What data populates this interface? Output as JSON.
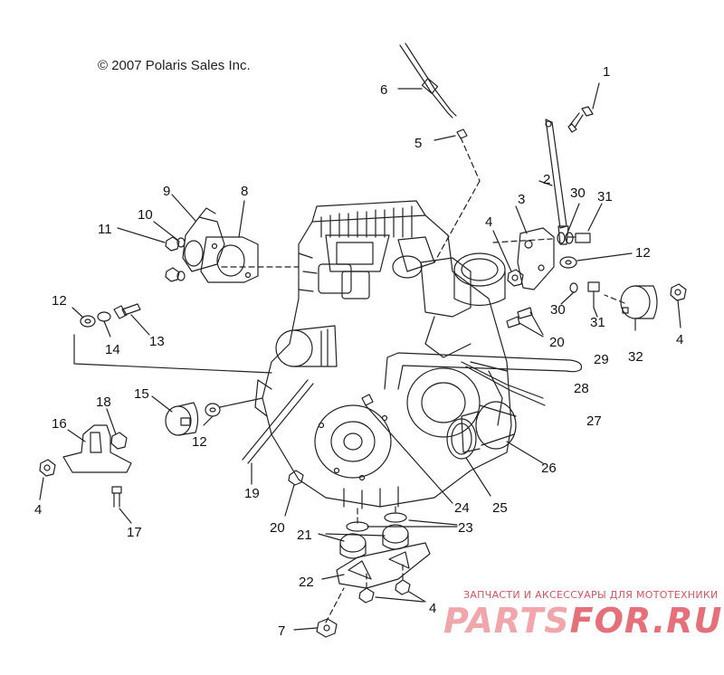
{
  "copyright": "© 2007 Polaris Sales Inc.",
  "watermark": {
    "tagline": "ЗАПЧАСТИ И АКСЕССУАРЫ ДЛЯ МОТОТЕХНИКИ",
    "brand_part1": "PARTS",
    "brand_part2": "FOR.RU",
    "color": "#e5707a"
  },
  "callouts": [
    "1",
    "2",
    "3",
    "4",
    "4",
    "4",
    "4",
    "5",
    "6",
    "7",
    "8",
    "9",
    "10",
    "11",
    "12",
    "12",
    "12",
    "13",
    "14",
    "15",
    "16",
    "17",
    "18",
    "19",
    "20",
    "20",
    "21",
    "22",
    "23",
    "24",
    "25",
    "26",
    "27",
    "28",
    "29",
    "30",
    "30",
    "31",
    "31",
    "32"
  ],
  "colors": {
    "line": "#222222",
    "background": "#ffffff"
  }
}
